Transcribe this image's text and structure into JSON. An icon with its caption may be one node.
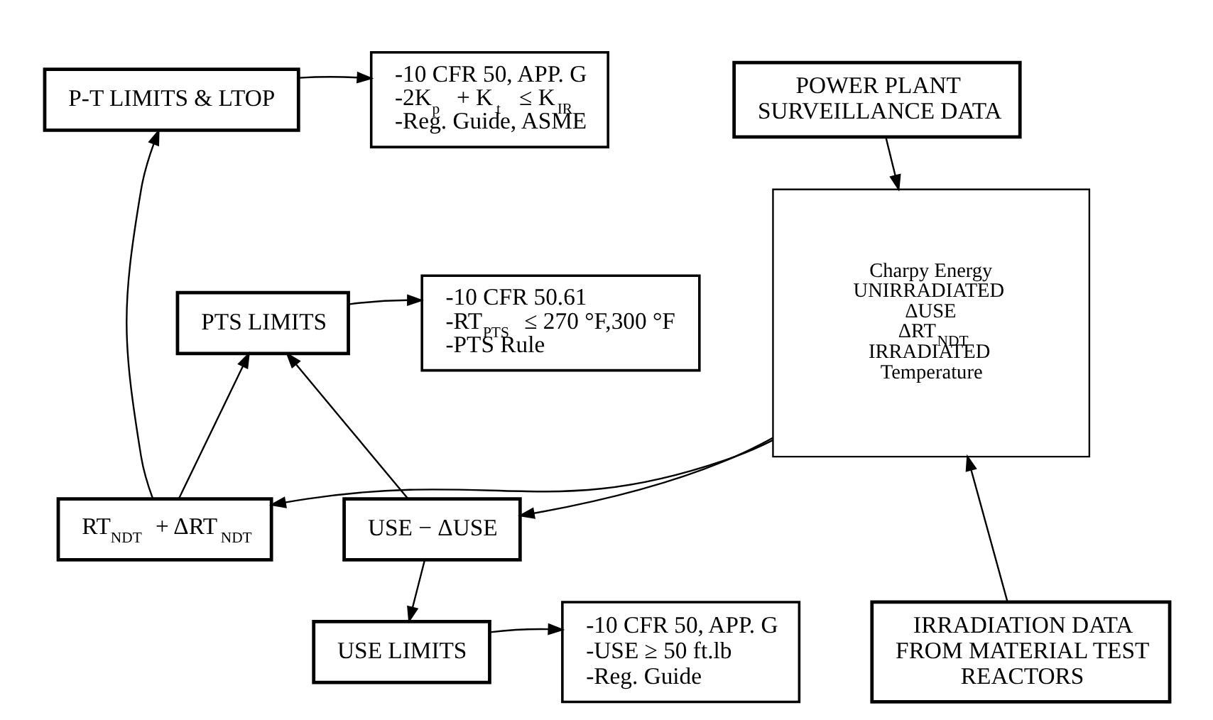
{
  "diagram": {
    "nodes": [
      {
        "text": [
          "POWER PLANT SURVEILLANCE DATA"
        ]
      },
      {
        "text": [
          "Charpy Energy",
          "UNIRRADIATED",
          "ΔUSE",
          "ΔRT$_{NDT}$",
          "IRRADIATED",
          "Temperature"
        ]
      },
      {
        "text": [
          "IRRADIATION DATA FROM MATERIAL TEST REACTORS"
        ]
      },
      {
        "text": [
          "P-T LIMITS & LTOP"
        ]
      },
      {
        "text": [
          "RT$_{NDT}$ + ΔRT$_{NDT}$"
        ]
      },
      {
        "text": [
          "PTS LIMITS"
        ]
      },
      {
        "text": [
          "USE − ΔUSE"
        ]
      },
      {
        "text": [
          "USE LIMITS"
        ]
      },
      {
        "text": [
          "-10 CFR 50, APP. G",
          "-2K$_{p}$ + K$_{t}$ ≤ K$_{IR}$",
          "-Reg. Guide, ASME"
        ]
      },
      {
        "text": [
          "-10 CFR 50.61",
          "-RT$_{PTS}$ ≤ 270 °F,300 °F",
          "-PTS Rule"
        ]
      },
      {
        "text": [
          "-10 CFR 50, APP. G",
          "-USE ≥ 50 ft.lb",
          "-Reg. Guide"
        ]
      }
    ],
    "edges": [
      {
        "from": 0,
        "to": 1,
        "arrow": "to"
      },
      {
        "from": 2,
        "to": 1,
        "arrow": "to"
      },
      {
        "from": 1,
        "to": 4,
        "arrow": "to"
      },
      {
        "from": 1,
        "to": 6,
        "arrow": "to"
      },
      {
        "from": 4,
        "to": 3,
        "arrow": "to"
      },
      {
        "from": 4,
        "to": 5,
        "arrow": "to"
      },
      {
        "from": 6,
        "to": 5,
        "arrow": "to"
      },
      {
        "from": 6,
        "to": 7,
        "arrow": "to"
      },
      {
        "from": 3,
        "to": 8,
        "arrow": "to"
      },
      {
        "from": 5,
        "to": 9,
        "arrow": "to"
      },
      {
        "from": 7,
        "to": 10,
        "arrow": "to"
      }
    ]
  }
}
